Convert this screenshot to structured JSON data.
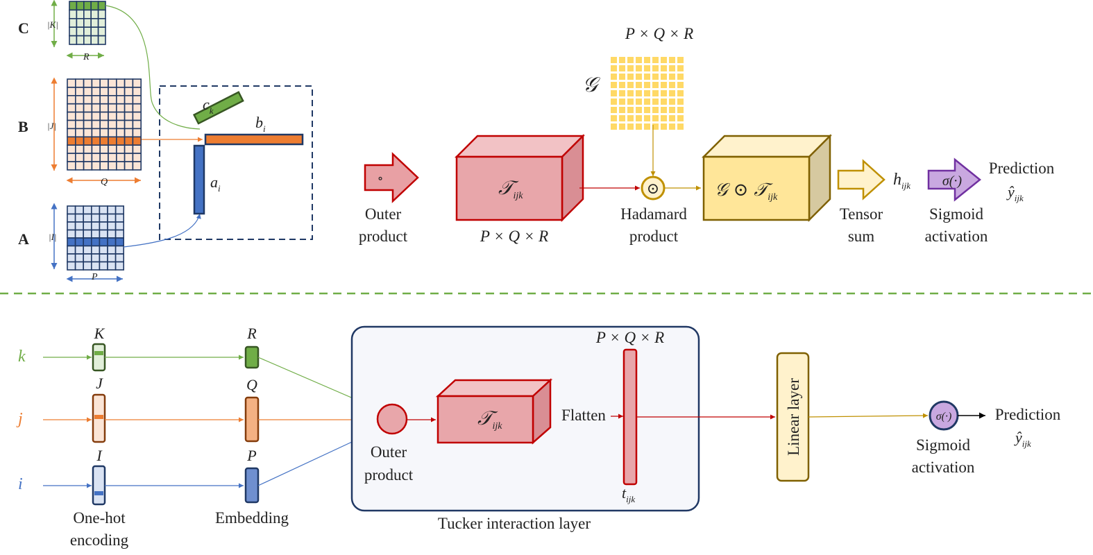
{
  "top": {
    "matrix_labels": {
      "c": "C",
      "b": "B",
      "a": "A"
    },
    "dims": {
      "k": "|K|",
      "r": "R",
      "j": "|J|",
      "q": "Q",
      "i": "|I|",
      "p": "P"
    },
    "vectors": {
      "c": "c",
      "c_sub": "k",
      "b": "b",
      "b_sub": "i",
      "a": "a",
      "a_sub": "i"
    },
    "outer_symbol": "∘",
    "outer_label": [
      "Outer",
      "product"
    ],
    "tensor": {
      "main": "𝒯",
      "sub": "ijk",
      "dims": "P × Q × R"
    },
    "core": {
      "symbol": "𝒢",
      "dims": "P × Q × R"
    },
    "hadamard_symbol": "⊙",
    "hadamard_label": [
      "Hadamard",
      "product"
    ],
    "result": {
      "g": "𝒢",
      "op": "⊙",
      "t": "𝒯",
      "sub": "ijk"
    },
    "tensor_sum_label": [
      "Tensor",
      "sum"
    ],
    "h": {
      "main": "h",
      "sub": "ijk"
    },
    "sigma": "σ(·)",
    "sigmoid_label": [
      "Sigmoid",
      "activation"
    ],
    "prediction": "Prediction",
    "yhat": {
      "main": "ŷ",
      "sub": "ijk"
    }
  },
  "bottom": {
    "inputs": [
      "k",
      "j",
      "i"
    ],
    "onehot_dims": [
      "K",
      "J",
      "I"
    ],
    "embed_dims": [
      "R",
      "Q",
      "P"
    ],
    "onehot_label": [
      "One-hot",
      "encoding"
    ],
    "embed_label": "Embedding",
    "outer_label": [
      "Outer",
      "product"
    ],
    "tensor": {
      "main": "𝒯",
      "sub": "ijk"
    },
    "flatten": "Flatten",
    "flat_dims": "P × Q × R",
    "t": {
      "main": "t",
      "sub": "ijk"
    },
    "tucker_label": "Tucker interaction layer",
    "linear_label": "Linear layer",
    "sigma": "σ(·)",
    "sigmoid_label": [
      "Sigmoid",
      "activation"
    ],
    "prediction": "Prediction",
    "yhat": {
      "main": "ŷ",
      "sub": "ijk"
    }
  },
  "colors": {
    "green": "#70ad47",
    "green_dark": "#375623",
    "orange": "#ed7d31",
    "orange_dark": "#843c0c",
    "blue": "#4472c4",
    "blue_dark": "#1f3864",
    "red": "#c00000",
    "red_fill": "#e8a0a4",
    "yellow": "#bf9000",
    "yellow_fill": "#fff2cc",
    "purple": "#7030a0",
    "purple_fill": "#c9a8e0",
    "navy": "#203864",
    "dash_green": "#70ad47"
  }
}
